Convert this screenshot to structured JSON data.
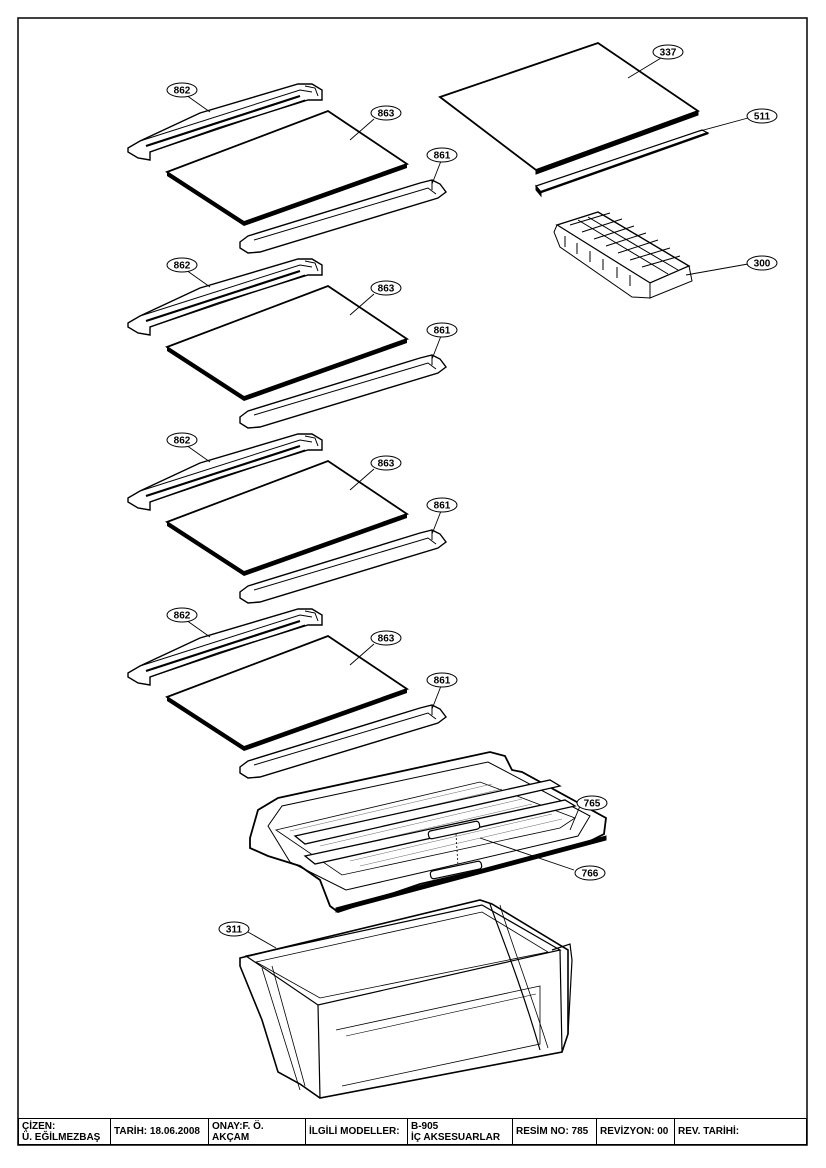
{
  "parts": {
    "p337": "337",
    "p511": "511",
    "p300": "300",
    "p862a": "862",
    "p863a": "863",
    "p861a": "861",
    "p862b": "862",
    "p863b": "863",
    "p861b": "861",
    "p862c": "862",
    "p863c": "863",
    "p861c": "861",
    "p862d": "862",
    "p863d": "863",
    "p861d": "861",
    "p765": "765",
    "p766": "766",
    "p311": "311"
  },
  "titleblock": {
    "cizen_label": "ÇİZEN:",
    "cizen_name": "Ü. EĞİLMEZBAŞ",
    "tarih": "TARİH: 18.06.2008",
    "onay": "ONAY:F. Ö. AKÇAM",
    "ilgili": "İLGİLİ MODELLER:",
    "model": "B-905",
    "aciklama": "İÇ AKSESUARLAR",
    "resim_no": "RESİM NO: 785",
    "revizyon": "REVİZYON: 00",
    "rev_tarihi": "REV. TARİHİ:"
  }
}
